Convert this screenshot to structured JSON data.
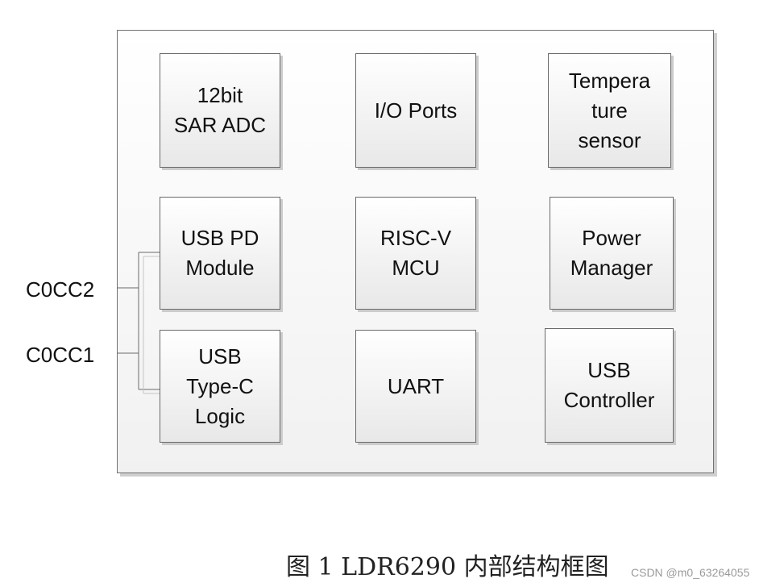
{
  "blocks": {
    "adc": [
      "12bit",
      "SAR ADC"
    ],
    "io_ports": [
      "I/O Ports"
    ],
    "temp_sensor": [
      "Tempera",
      "ture",
      "sensor"
    ],
    "usb_pd": [
      "USB PD",
      "Module"
    ],
    "risc_v": [
      "RISC-V",
      "MCU"
    ],
    "power": [
      "Power",
      "Manager"
    ],
    "type_c": [
      "USB",
      "Type-C",
      "Logic"
    ],
    "uart": [
      "UART"
    ],
    "usb_controller": [
      "USB",
      "Controller"
    ]
  },
  "pins": {
    "cc2": "C0CC2",
    "cc1": "C0CC1"
  },
  "caption": "图 1 LDR6290 内部结构框图",
  "watermark": "CSDN @m0_63264055"
}
